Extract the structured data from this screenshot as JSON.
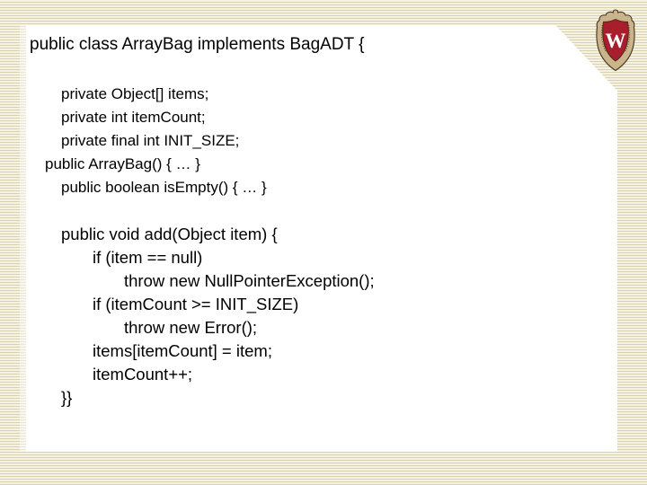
{
  "slide": {
    "title": "public class ArrayBag implements BagADT {",
    "code_lines": [
      {
        "text": "private Object[] items;",
        "indent": 2
      },
      {
        "text": "private int itemCount;",
        "indent": 2
      },
      {
        "text": "private final int INIT_SIZE;",
        "indent": 2
      },
      {
        "text": "public ArrayBag() { … }",
        "indent": 1
      },
      {
        "text": "public boolean isEmpty() { … }",
        "indent": 2
      },
      {
        "text": "",
        "indent": 0
      },
      {
        "text": "public void add(Object item) {",
        "indent": 2
      },
      {
        "text": "if (item == null)",
        "indent": 3
      },
      {
        "text": "throw new NullPointerException();",
        "indent": 4
      },
      {
        "text": "if (itemCount >= INIT_SIZE)",
        "indent": 3
      },
      {
        "text": "throw new Error();",
        "indent": 4
      },
      {
        "text": "items[itemCount] = item;",
        "indent": 3
      },
      {
        "text": "itemCount++;",
        "indent": 3
      },
      {
        "text": "}}",
        "indent": 2
      }
    ],
    "logo": {
      "name": "university-of-wisconsin-crest",
      "letter": "W"
    },
    "colors": {
      "stripe_light": "#f5f2e3",
      "stripe_dark": "#d9d2ae",
      "panel": "#ffffff",
      "text": "#000000",
      "crest_red": "#a81e2c",
      "crest_tan": "#cbb48c",
      "crest_outline": "#46351f"
    }
  }
}
